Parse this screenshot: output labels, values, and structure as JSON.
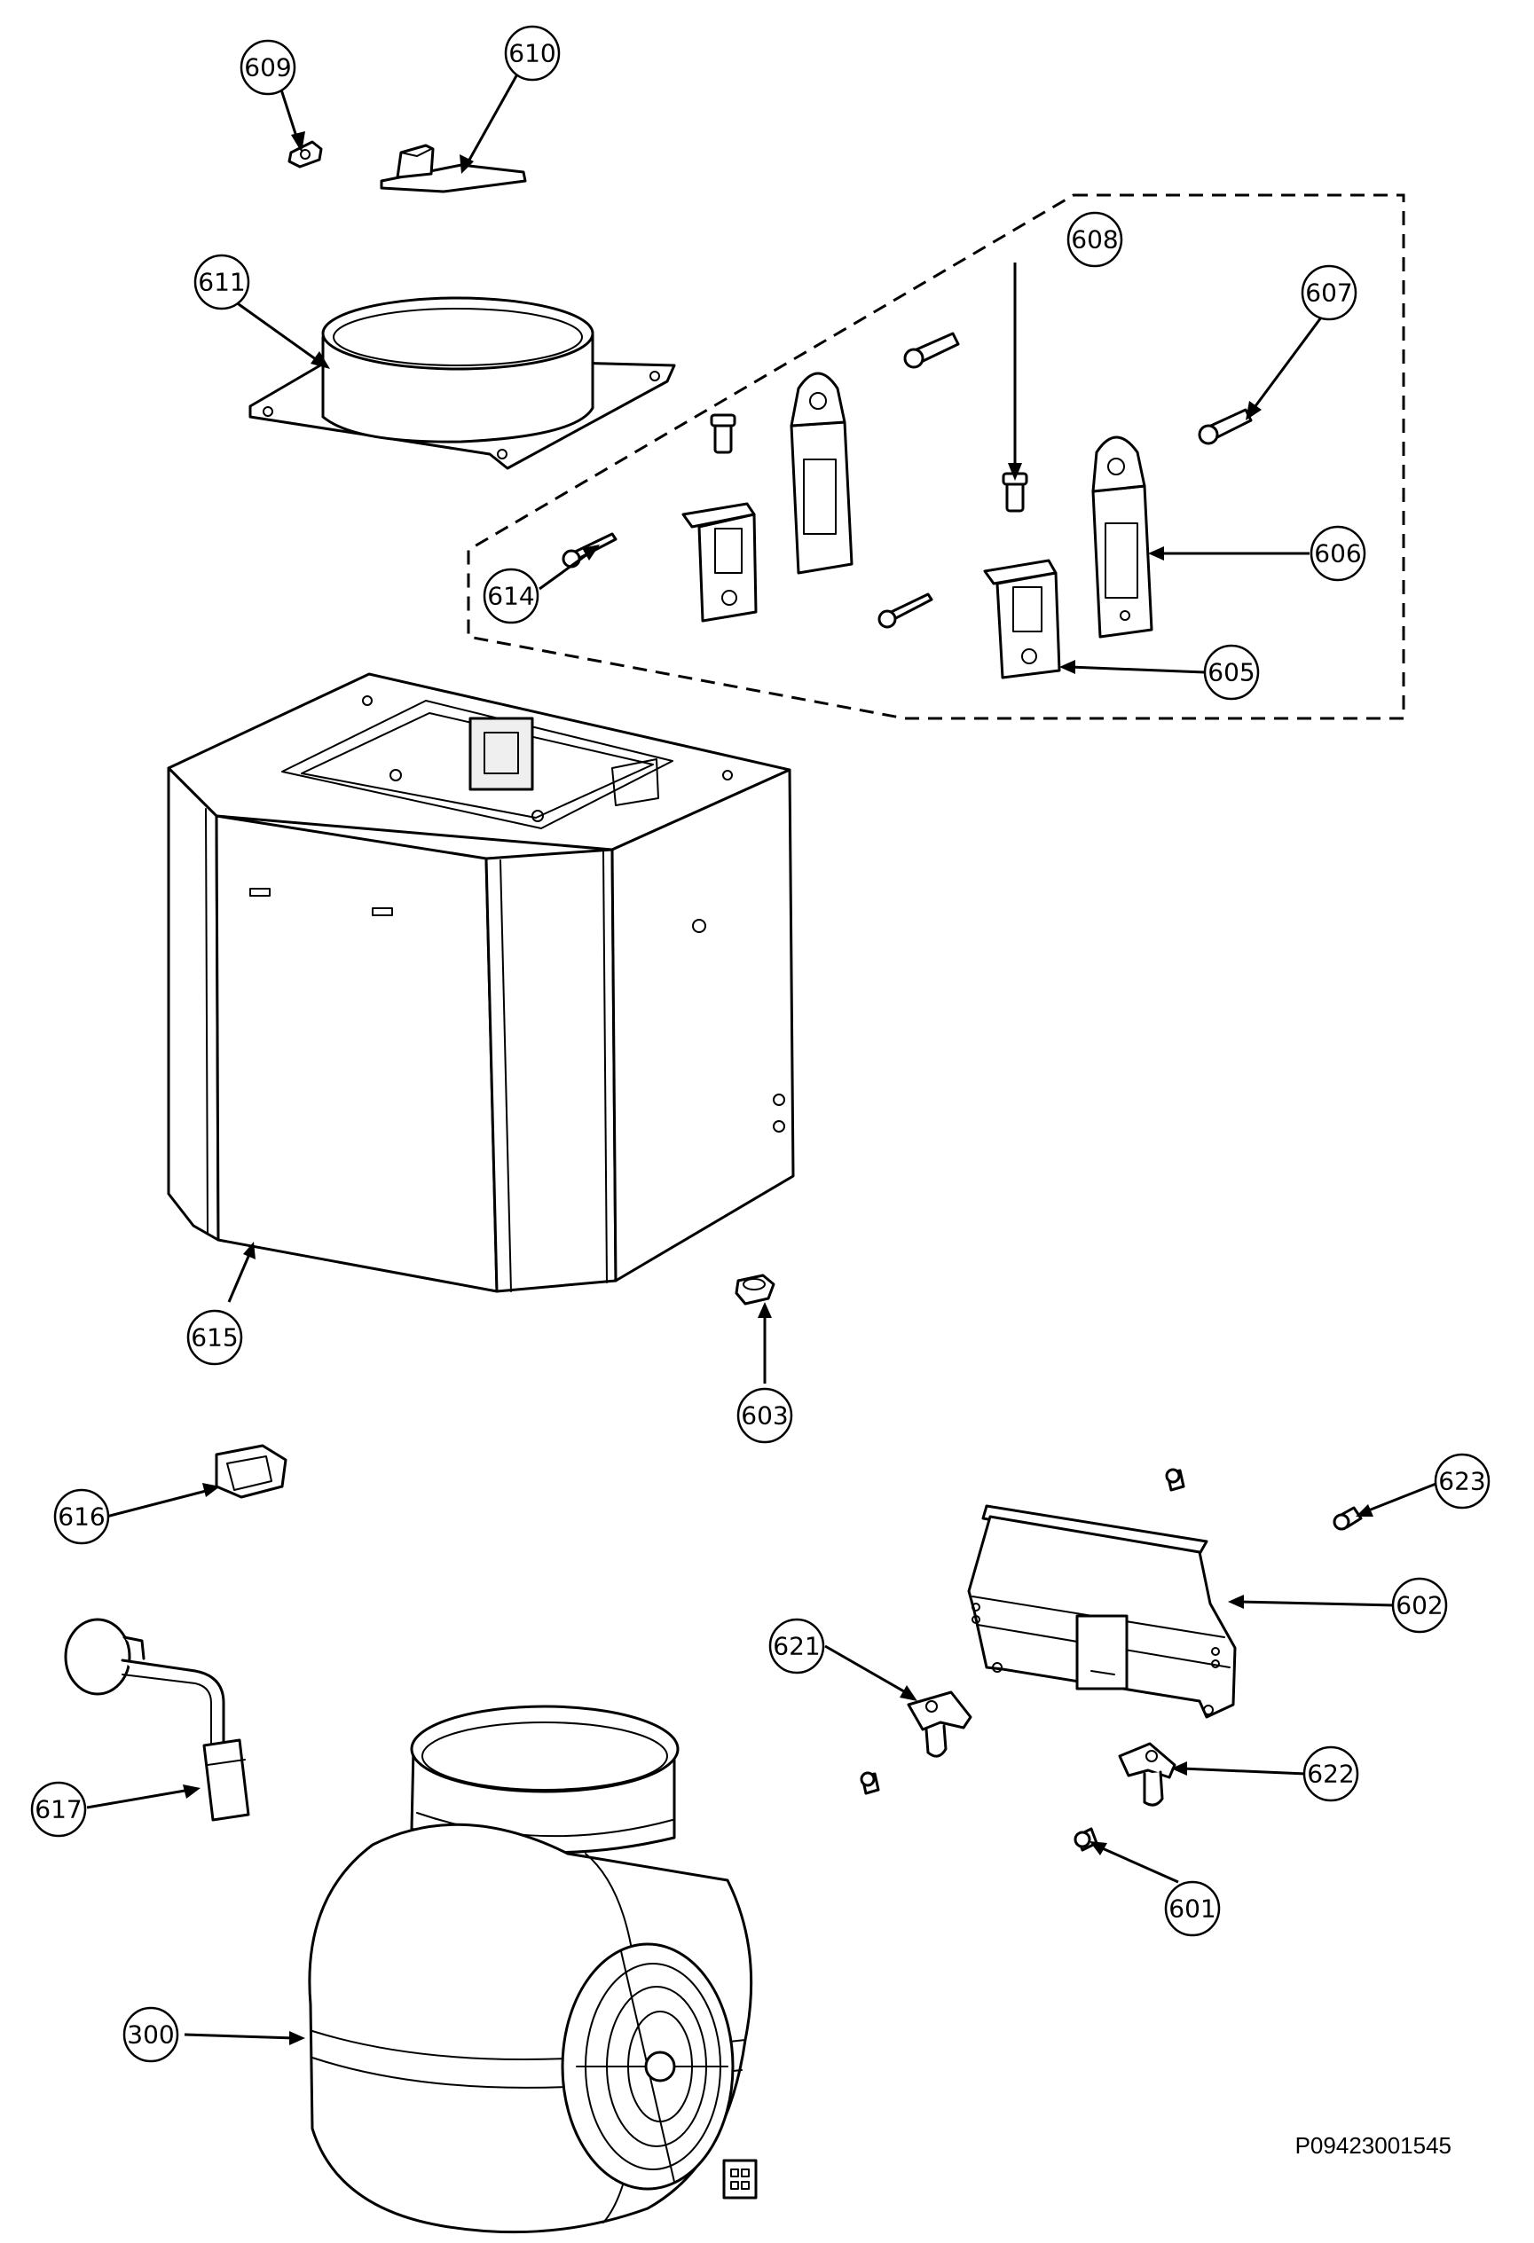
{
  "drawing_number": "P09423001545",
  "callouts": [
    {
      "id": "609",
      "label": "609"
    },
    {
      "id": "610",
      "label": "610"
    },
    {
      "id": "611",
      "label": "611"
    },
    {
      "id": "608",
      "label": "608"
    },
    {
      "id": "607",
      "label": "607"
    },
    {
      "id": "614",
      "label": "614"
    },
    {
      "id": "606",
      "label": "606"
    },
    {
      "id": "605",
      "label": "605"
    },
    {
      "id": "615",
      "label": "615"
    },
    {
      "id": "603",
      "label": "603"
    },
    {
      "id": "616",
      "label": "616"
    },
    {
      "id": "623",
      "label": "623"
    },
    {
      "id": "602",
      "label": "602"
    },
    {
      "id": "621",
      "label": "621"
    },
    {
      "id": "622",
      "label": "622"
    },
    {
      "id": "617",
      "label": "617"
    },
    {
      "id": "601",
      "label": "601"
    },
    {
      "id": "300",
      "label": "300"
    }
  ]
}
